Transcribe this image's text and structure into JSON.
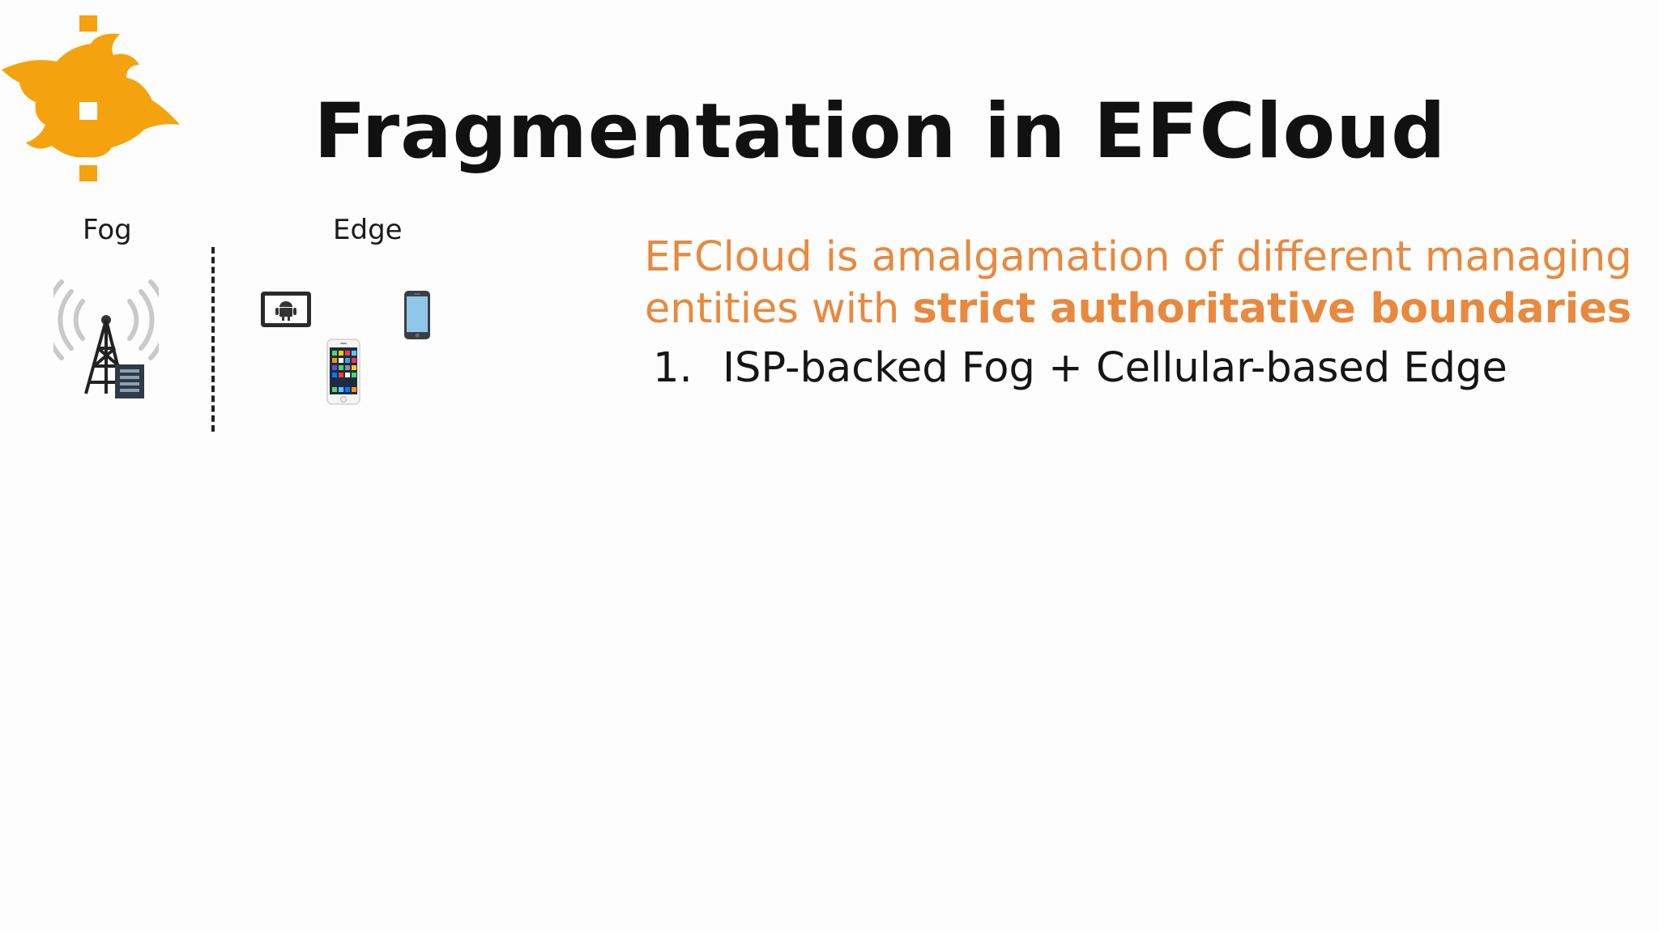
{
  "slide": {
    "title": "Fragmentation in EFCloud",
    "logo_icon": "university-of-helsinki-flame-logo",
    "accent_color": "#e8893e",
    "logo_color": "#f4a30e"
  },
  "diagram": {
    "fog_label": "Fog",
    "edge_label": "Edge",
    "fog_icons": [
      "cell-tower-icon",
      "server-icon"
    ],
    "edge_icons": [
      "android-tablet-icon",
      "smartphone-icon",
      "iphone-icon"
    ]
  },
  "statement": {
    "line1": "EFCloud is amalgamation of different managing",
    "line2_prefix": "entities with ",
    "line2_emphasis": "strict authoritative boundaries"
  },
  "list": [
    {
      "number": "1.",
      "text": "ISP-backed Fog + Cellular-based Edge"
    }
  ]
}
